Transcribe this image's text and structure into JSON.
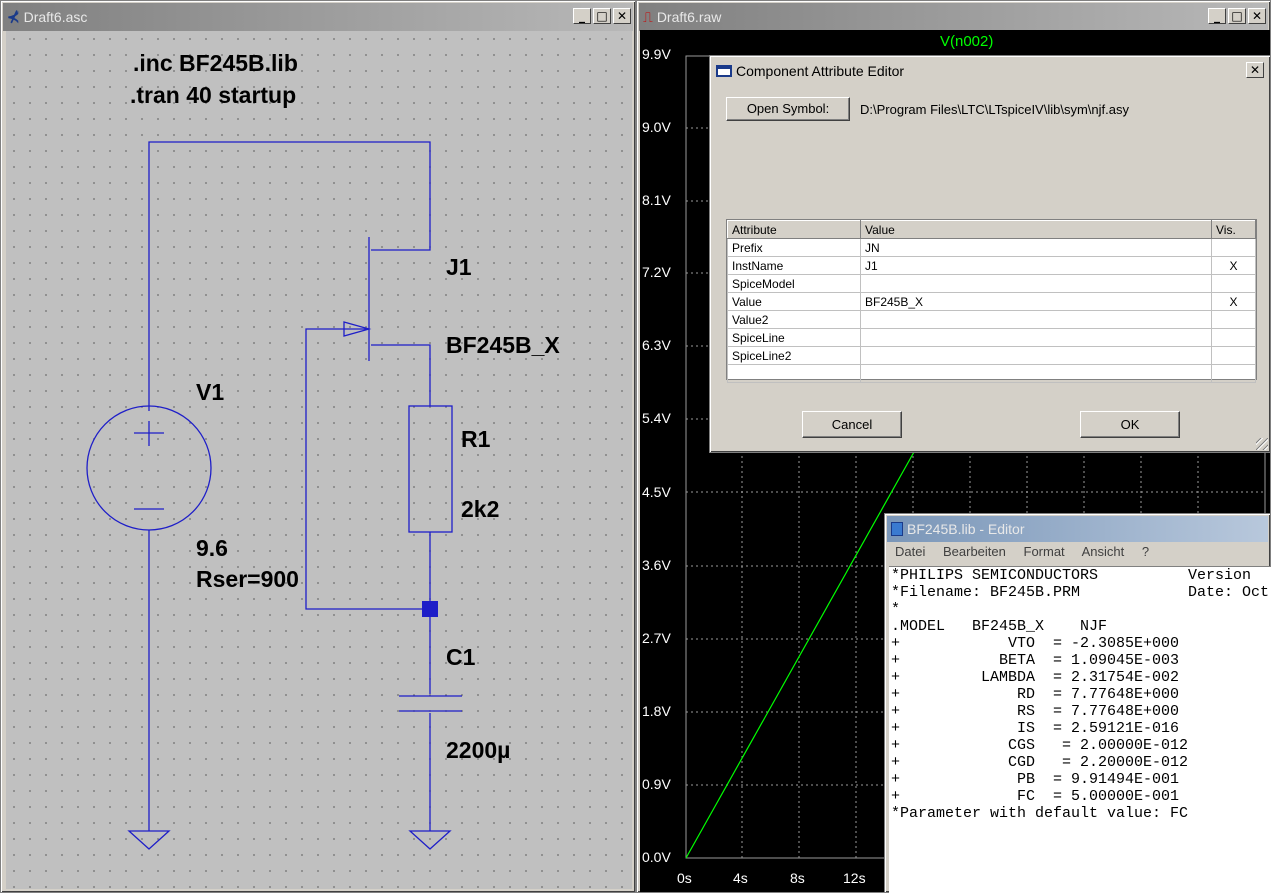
{
  "schematic_window": {
    "title": "Draft6.asc",
    "directives": [
      ".inc BF245B.lib",
      ".tran 40 startup"
    ],
    "labels": {
      "j1_name": "J1",
      "j1_value": "BF245B_X",
      "v1_name": "V1",
      "v1_value": "9.6",
      "v1_rser": "Rser=900",
      "r1_name": "R1",
      "r1_value": "2k2",
      "c1_name": "C1",
      "c1_value": "2200µ"
    }
  },
  "plot_window": {
    "title": "Draft6.raw",
    "trace_label": "V(n002)",
    "trace_color": "#00ff00",
    "y_ticks": [
      "9.9V",
      "9.0V",
      "8.1V",
      "7.2V",
      "6.3V",
      "5.4V",
      "4.5V",
      "3.6V",
      "2.7V",
      "1.8V",
      "0.9V",
      "0.0V"
    ],
    "x_ticks": [
      "0s",
      "4s",
      "8s",
      "12s"
    ]
  },
  "attribute_editor": {
    "title": "Component Attribute Editor",
    "open_symbol_label": "Open Symbol:",
    "symbol_path": "D:\\Program Files\\LTC\\LTspiceIV\\lib\\sym\\njf.asy",
    "columns": [
      "Attribute",
      "Value",
      "Vis."
    ],
    "rows": [
      {
        "attribute": "Prefix",
        "value": "JN",
        "vis": ""
      },
      {
        "attribute": "InstName",
        "value": "J1",
        "vis": "X"
      },
      {
        "attribute": "SpiceModel",
        "value": "",
        "vis": ""
      },
      {
        "attribute": "Value",
        "value": "BF245B_X",
        "vis": "X"
      },
      {
        "attribute": "Value2",
        "value": "",
        "vis": ""
      },
      {
        "attribute": "SpiceLine",
        "value": "",
        "vis": ""
      },
      {
        "attribute": "SpiceLine2",
        "value": "",
        "vis": ""
      }
    ],
    "cancel_label": "Cancel",
    "ok_label": "OK"
  },
  "editor_window": {
    "title": "BF245B.lib - Editor",
    "menu": [
      "Datei",
      "Bearbeiten",
      "Format",
      "Ansicht",
      "?"
    ],
    "lines": [
      "*PHILIPS SEMICONDUCTORS          Version",
      "*Filename: BF245B.PRM            Date: Oct",
      "*",
      ".MODEL   BF245B_X    NJF",
      "+            VTO  = -2.3085E+000",
      "+           BETA  = 1.09045E-003",
      "+         LAMBDA  = 2.31754E-002",
      "+             RD  = 7.77648E+000",
      "+             RS  = 7.77648E+000",
      "+             IS  = 2.59121E-016",
      "+            CGS   = 2.00000E-012",
      "+            CGD   = 2.20000E-012",
      "+             PB  = 9.91494E-001",
      "+             FC  = 5.00000E-001",
      "*Parameter with default value: FC"
    ]
  }
}
